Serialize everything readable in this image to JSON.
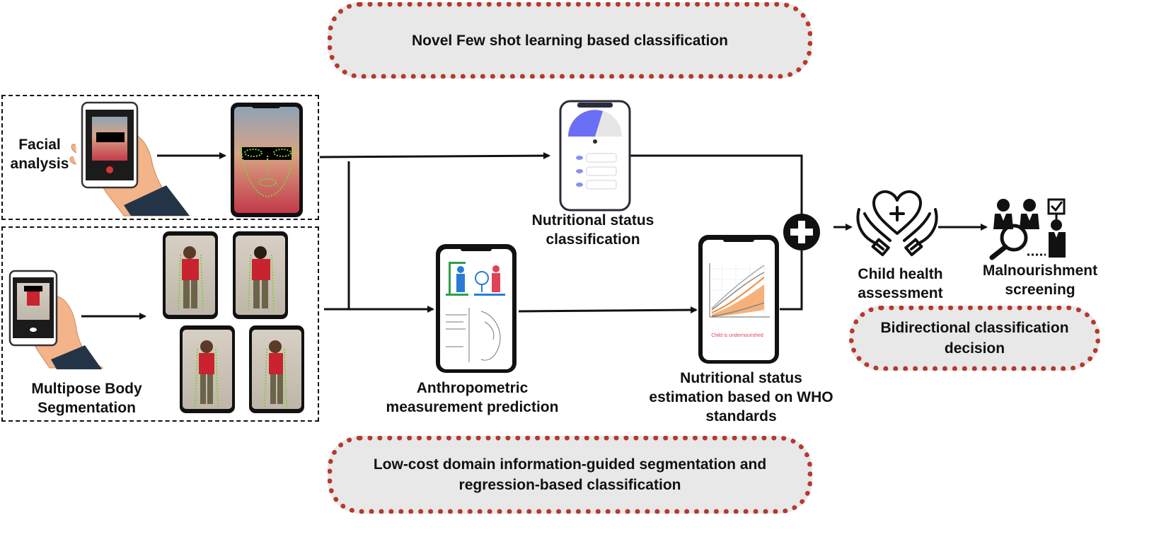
{
  "pills": {
    "top": "Novel Few shot learning based classification",
    "bottom_line1": "Low-cost domain information-guided segmentation and",
    "bottom_line2": "regression-based classification",
    "decision_line1": "Bidirectional classification",
    "decision_line2": "decision"
  },
  "labels": {
    "facial_1": "Facial",
    "facial_2": "analysis",
    "multipose_1": "Multipose Body",
    "multipose_2": "Segmentation",
    "nutri_class_1": "Nutritional status",
    "nutri_class_2": "classification",
    "anthro_1": "Anthropometric",
    "anthro_2": "measurement prediction",
    "who_1": "Nutritional status",
    "who_2": "estimation based on WHO",
    "who_3": "standards",
    "child_1": "Child health",
    "child_2": "assessment",
    "malnut_1": "Malnourishment",
    "malnut_2": "screening"
  },
  "growth_chart": {
    "note": "Child is undernourished",
    "accent": "#f08a3c"
  },
  "colors": {
    "pill_border": "#b5392d",
    "pill_fill": "#e8e8e8",
    "gauge_accent": "#6b6ff5",
    "skin": "#f3b48a",
    "sleeve": "#243447"
  }
}
